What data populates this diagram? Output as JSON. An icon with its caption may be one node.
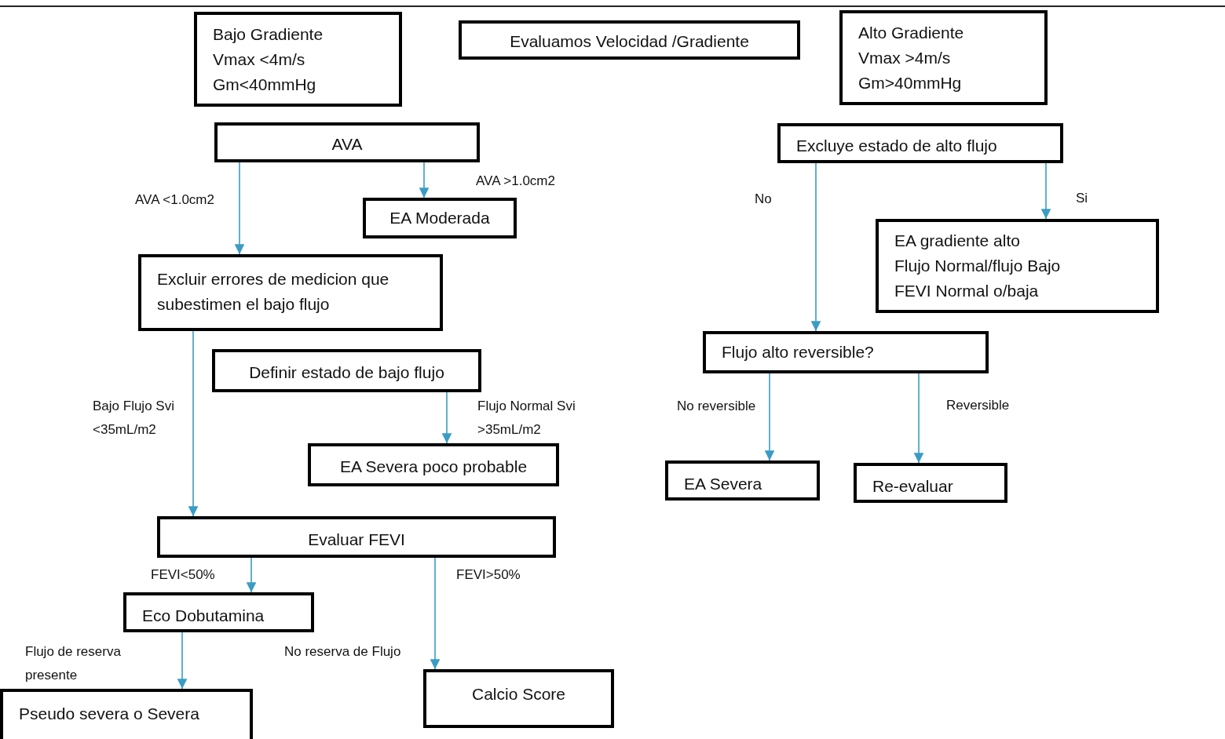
{
  "diagram": {
    "nodes": [
      {
        "text": [
          "Bajo Gradiente",
          "Vmax <4m/s",
          "Gm<40mmHg"
        ]
      },
      {
        "text": [
          "Evaluamos Velocidad /Gradiente"
        ]
      },
      {
        "text": [
          "Alto Gradiente",
          "Vmax >4m/s",
          "Gm>40mmHg"
        ]
      },
      {
        "text": [
          "AVA"
        ]
      },
      {
        "text": [
          "EA Moderada"
        ]
      },
      {
        "text": [
          "Excluir errores de medicion que subestimen el bajo  flujo"
        ]
      },
      {
        "text": [
          "Definir estado de bajo flujo"
        ]
      },
      {
        "text": [
          "EA Severa poco probable"
        ]
      },
      {
        "text": [
          "Evaluar FEVI"
        ]
      },
      {
        "text": [
          "Eco Dobutamina"
        ]
      },
      {
        "text": [
          "Pseudo severa o Severa"
        ]
      },
      {
        "text": [
          "Calcio Score"
        ]
      },
      {
        "text": [
          "Excluye estado de alto flujo"
        ]
      },
      {
        "text": [
          "EA gradiente alto",
          "Flujo Normal/flujo Bajo",
          "FEVI Normal o/baja"
        ]
      },
      {
        "text": [
          "Flujo alto reversible?"
        ]
      },
      {
        "text": [
          "EA Severa"
        ]
      },
      {
        "text": [
          "Re-evaluar"
        ]
      }
    ],
    "edges": [
      {
        "from": 3,
        "to": 4,
        "arrow": "to",
        "label": "AVA >1.0cm2"
      },
      {
        "from": 3,
        "to": 5,
        "arrow": "to",
        "label": "AVA <1.0cm2"
      },
      {
        "from": 5,
        "to": 8,
        "arrow": "to",
        "label": "Bajo Flujo Svi <35mL/m2"
      },
      {
        "from": 6,
        "to": 7,
        "arrow": "to",
        "label": "Flujo Normal Svi >35mL/m2"
      },
      {
        "from": 8,
        "to": 9,
        "arrow": "to",
        "label": "FEVI<50%"
      },
      {
        "from": 8,
        "to": 11,
        "arrow": "to",
        "label": "FEVI>50%"
      },
      {
        "from": 9,
        "to": 10,
        "arrow": "to",
        "label": "Flujo de reserva presente"
      },
      {
        "from": 12,
        "to": 14,
        "arrow": "to",
        "label": "No"
      },
      {
        "from": 12,
        "to": 13,
        "arrow": "to",
        "label": "Si"
      },
      {
        "from": 14,
        "to": 15,
        "arrow": "to",
        "label": "No reversible"
      },
      {
        "from": 14,
        "to": 16,
        "arrow": "to",
        "label": "Reversible"
      }
    ],
    "labels": [
      "No reserva de Flujo"
    ]
  }
}
